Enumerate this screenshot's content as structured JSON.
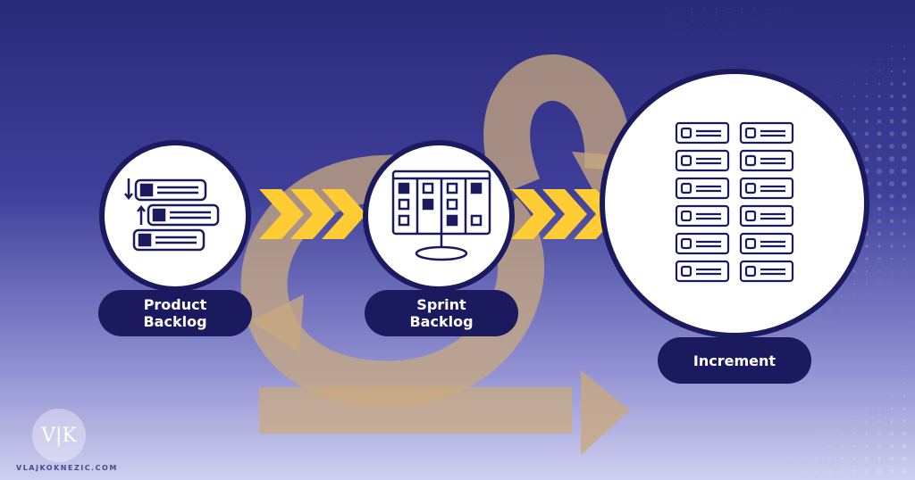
{
  "colors": {
    "background_top": "#2a2a7a",
    "navy": "#1c1a5e",
    "loop_arrow": "#c9a97f",
    "chevron": "#ffcc33",
    "white": "#ffffff"
  },
  "nodes": [
    {
      "label": "Product\nBacklog",
      "icon": "product-backlog-list-icon"
    },
    {
      "label": "Sprint\nBacklog",
      "icon": "sprint-board-icon"
    },
    {
      "label": "Increment",
      "icon": "increment-blocks-icon"
    }
  ],
  "branding": {
    "logo_text": "V|K",
    "website": "VLAJKOKNEZIC.COM"
  }
}
